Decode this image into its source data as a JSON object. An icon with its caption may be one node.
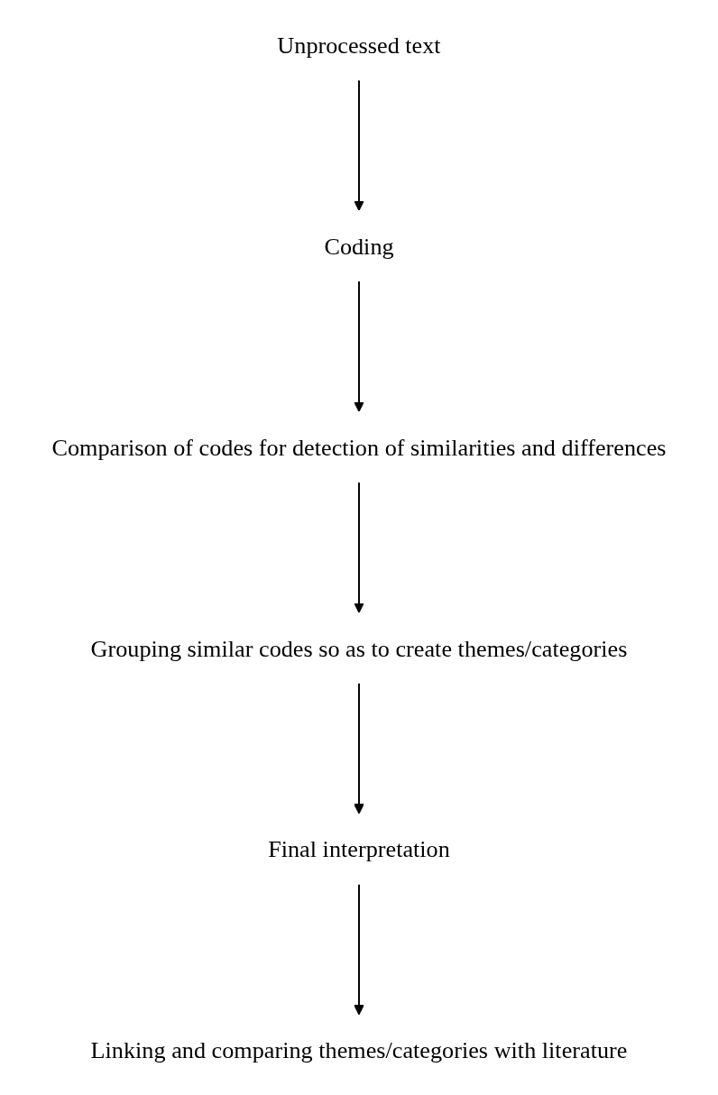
{
  "diagram": {
    "nodes": [
      {
        "text": [
          "Unprocessed text"
        ]
      },
      {
        "text": [
          "Coding"
        ]
      },
      {
        "text": [
          "Comparison of codes for detection of similarities and differences"
        ]
      },
      {
        "text": [
          "Grouping similar codes so as to create themes/categories"
        ]
      },
      {
        "text": [
          "Final interpretation"
        ]
      },
      {
        "text": [
          "Linking and comparing themes/categories with literature"
        ]
      }
    ],
    "edges": [
      {
        "from": 0,
        "to": 1,
        "arrow": "to"
      },
      {
        "from": 1,
        "to": 2,
        "arrow": "to"
      },
      {
        "from": 2,
        "to": 3,
        "arrow": "to"
      },
      {
        "from": 3,
        "to": 4,
        "arrow": "to"
      },
      {
        "from": 4,
        "to": 5,
        "arrow": "to"
      }
    ]
  }
}
